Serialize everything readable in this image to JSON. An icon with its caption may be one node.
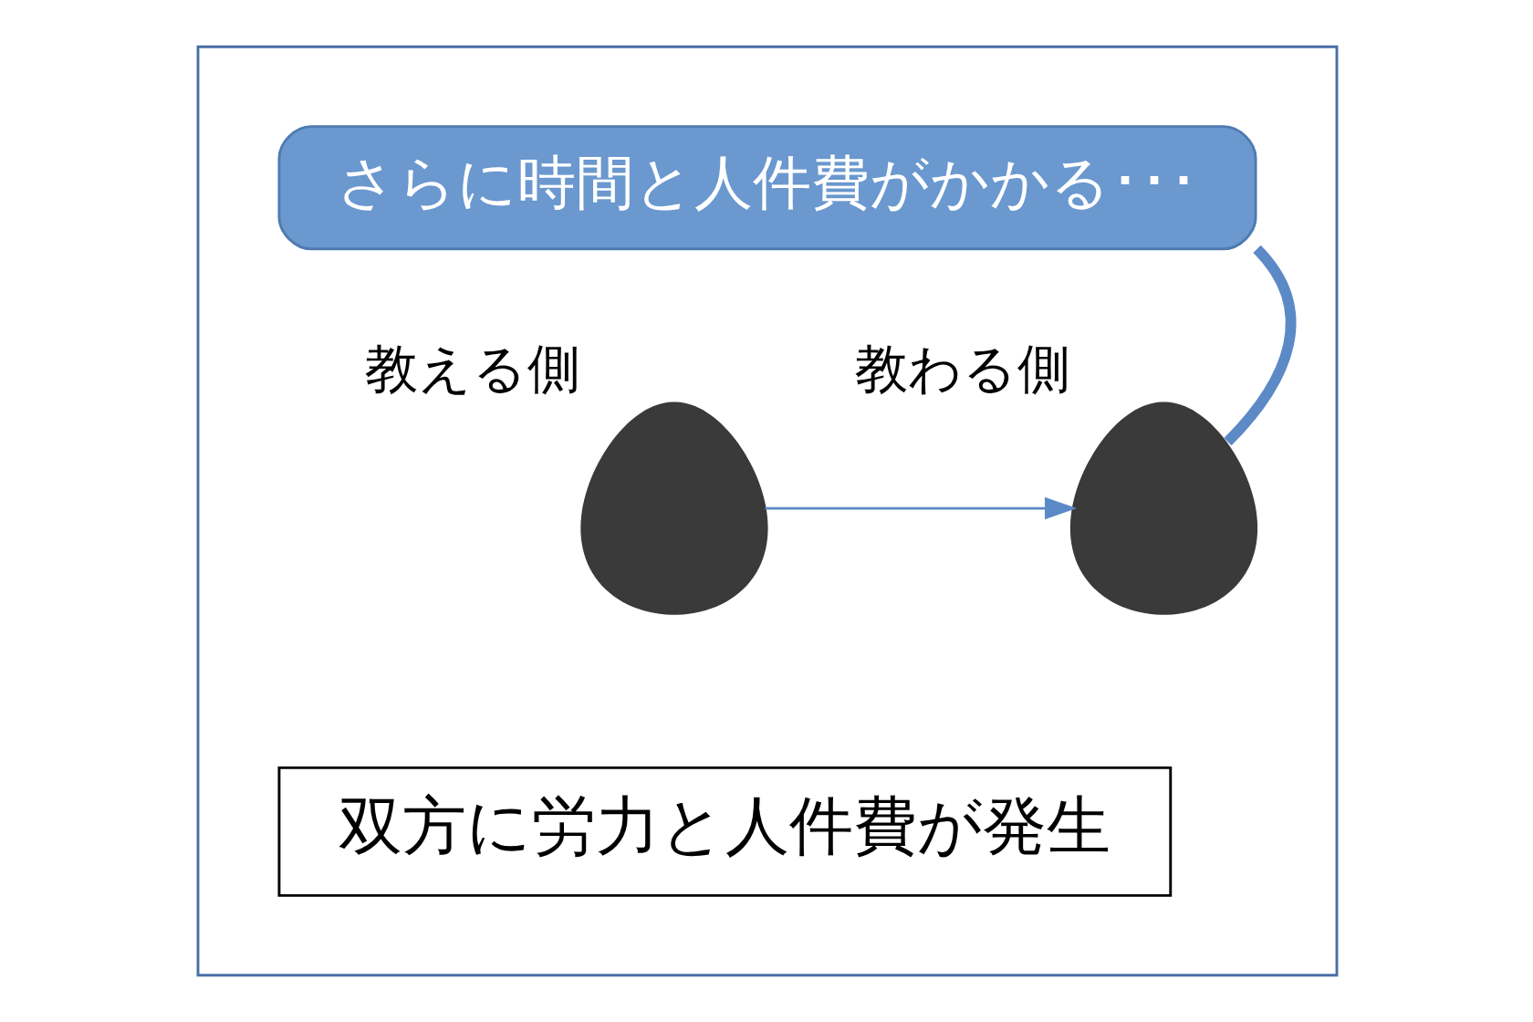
{
  "diagram": {
    "nodes": [
      {
        "text": [],
        "shape": "box"
      },
      {
        "text": [
          "さらに時間と人件費がかかる･･･"
        ],
        "in": 0
      },
      {
        "text": [],
        "shape": "person",
        "beside": [
          "教える側"
        ],
        "in": 0
      },
      {
        "text": [],
        "shape": "person",
        "beside": [
          "教わる側"
        ],
        "in": 0
      },
      {
        "text": [
          "双方に労力と人件費が発生"
        ],
        "in": 0
      }
    ],
    "edges": [
      {
        "from": 2,
        "to": 3,
        "arrow": "to"
      },
      {
        "from": 1,
        "to": 3,
        "arrow": "none",
        "style": "thick"
      }
    ]
  }
}
